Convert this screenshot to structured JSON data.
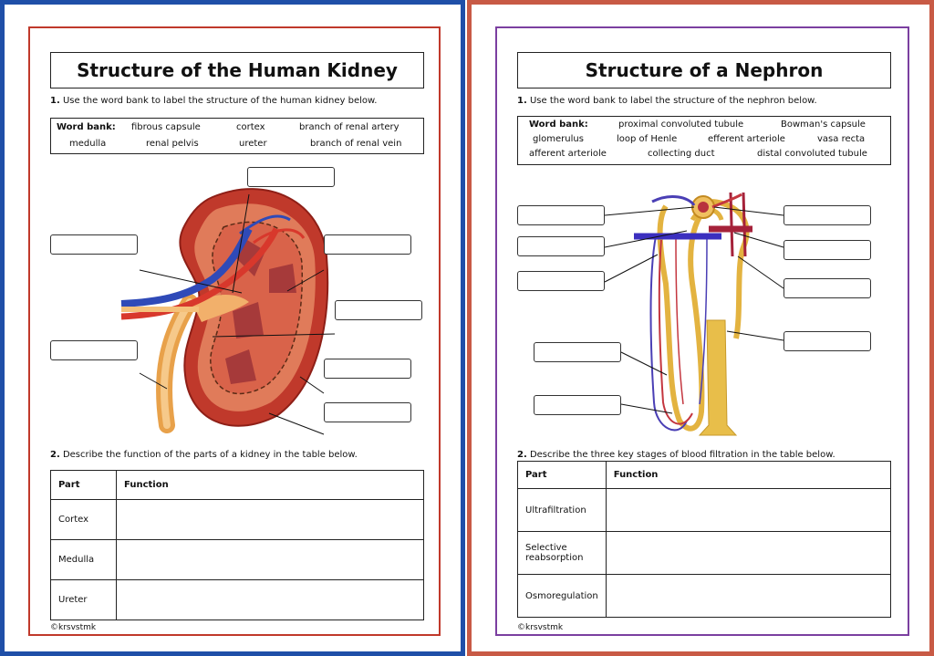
{
  "left_sheet": {
    "title": "Structure of the Human Kidney",
    "q1_num": "1.",
    "q1_text": "Use the word bank to label the structure of the human kidney below.",
    "word_bank_label": "Word bank:",
    "word_bank_row1": [
      "fibrous capsule",
      "cortex",
      "branch of renal artery"
    ],
    "word_bank_row2": [
      "medulla",
      "renal pelvis",
      "ureter",
      "branch of renal vein"
    ],
    "q2_num": "2.",
    "q2_text": "Describe the function of the parts of a kidney in the table below.",
    "table_headers": [
      "Part",
      "Function"
    ],
    "table_rows": [
      "Cortex",
      "Medulla",
      "Ureter"
    ],
    "copyright": "©krsvstmk"
  },
  "right_sheet": {
    "title": "Structure of a Nephron",
    "q1_num": "1.",
    "q1_text": "Use the word bank to label the structure of the nephron below.",
    "word_bank_label": "Word bank:",
    "word_bank_row1": [
      "proximal convoluted tubule",
      "Bowman's capsule"
    ],
    "word_bank_row2": [
      "glomerulus",
      "loop of Henle",
      "efferent arteriole",
      "vasa recta"
    ],
    "word_bank_row3": [
      "afferent arteriole",
      "collecting duct",
      "distal convoluted tubule"
    ],
    "q2_num": "2.",
    "q2_text": "Describe the three key stages of blood filtration in the table below.",
    "table_headers": [
      "Part",
      "Function"
    ],
    "table_rows": [
      "Ultrafiltration",
      "Selective reabsorption",
      "Osmoregulation"
    ],
    "copyright": "©krsvstmk"
  },
  "colors": {
    "left_outer_border": "#1f4fa8",
    "left_inner_border": "#c0392b",
    "right_outer_border": "#c85a45",
    "right_inner_border": "#7b3fa0"
  }
}
